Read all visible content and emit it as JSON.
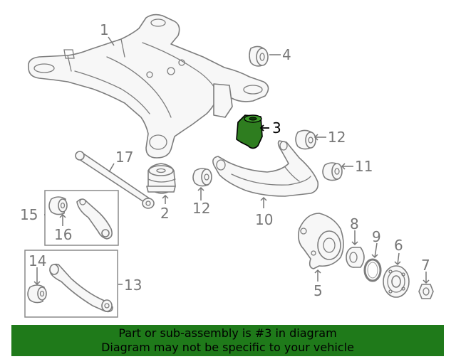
{
  "callouts": {
    "c1": "1",
    "c2": "2",
    "c3": "3",
    "c4": "4",
    "c5": "5",
    "c6": "6",
    "c7": "7",
    "c8": "8",
    "c9": "9",
    "c10": "10",
    "c11": "11",
    "c12a": "12",
    "c12b": "12",
    "c13": "13",
    "c14": "14",
    "c15": "15",
    "c16": "16",
    "c17": "17"
  },
  "highlighted_part": "3",
  "colors": {
    "highlight": "#2e7d1f",
    "banner": "#1f7a1a",
    "line": "#7d7d7d"
  },
  "banner": {
    "line1": "Part or sub-assembly is #3 in diagram",
    "line2": "Diagram may not be specific to your vehicle"
  }
}
